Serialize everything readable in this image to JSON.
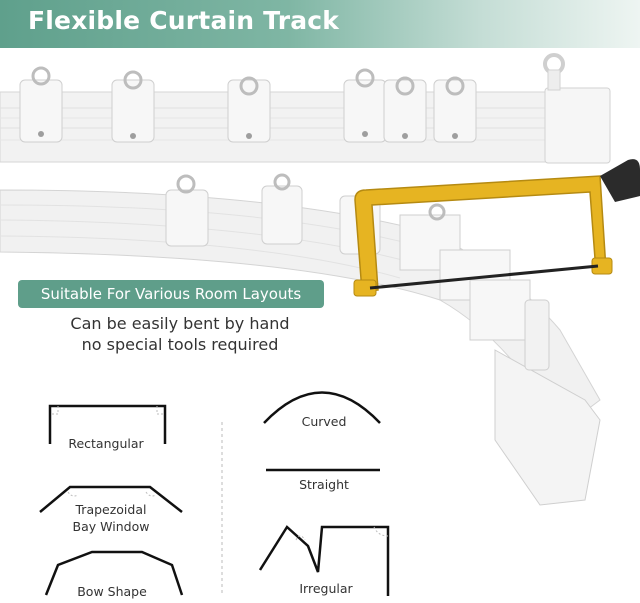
{
  "banner": {
    "title": "Flexible Curtain Track"
  },
  "feature": {
    "badge": "Suitable For Various Room Layouts",
    "line1": "Can be easily bent by hand",
    "line2": "no special tools required"
  },
  "layouts": {
    "rectangular": "Rectangular",
    "trapezoidal_1": "Trapezoidal",
    "trapezoidal_2": "Bay Window",
    "bow": "Bow Shape",
    "curved": "Curved",
    "straight": "Straight",
    "irregular": "Irregular"
  },
  "colors": {
    "accent": "#5f9e8a",
    "saw": "#e6b422"
  }
}
